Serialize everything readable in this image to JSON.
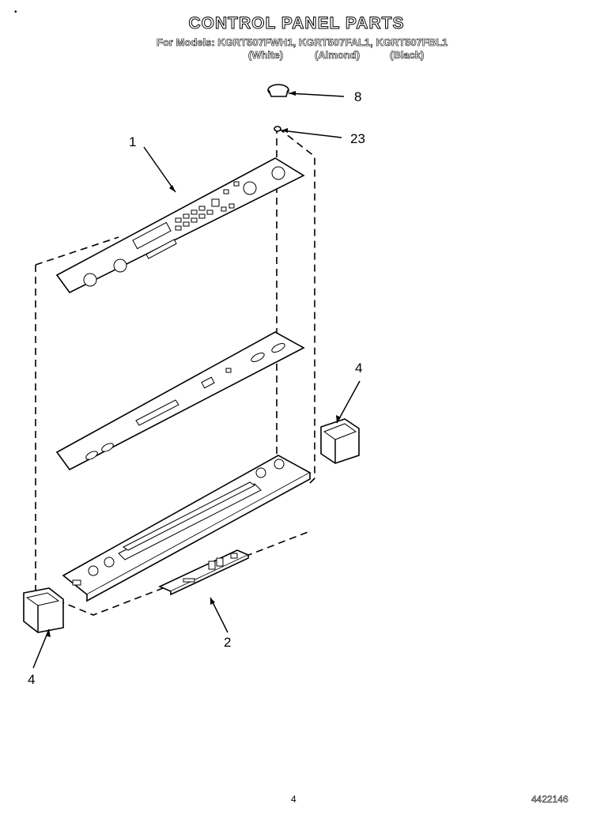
{
  "header": {
    "title": "CONTROL PANEL PARTS",
    "models_line": "For Models: KGRT507FWH1, KGRT507FAL1, KGRT507FBL1",
    "colors": [
      "(White)",
      "(Almond)",
      "(Black)"
    ],
    "stray_mark": "•"
  },
  "callouts": {
    "c8": "8",
    "c23": "23",
    "c1": "1",
    "c4_right": "4",
    "c2": "2",
    "c4_left": "4"
  },
  "footer": {
    "page_number": "4",
    "doc_number": "4422146"
  }
}
